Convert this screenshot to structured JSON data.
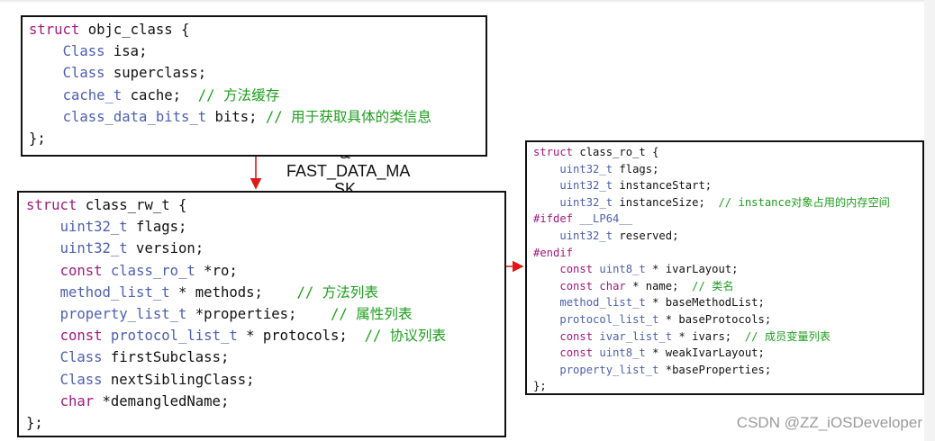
{
  "objc_class": {
    "lines": [
      [
        {
          "t": "struct",
          "c": "kw"
        },
        {
          "t": " objc_class {",
          "c": ""
        }
      ],
      [
        {
          "t": "    ",
          "c": ""
        },
        {
          "t": "Class",
          "c": "ty"
        },
        {
          "t": " isa;",
          "c": ""
        }
      ],
      [
        {
          "t": "    ",
          "c": ""
        },
        {
          "t": "Class",
          "c": "ty"
        },
        {
          "t": " superclass;",
          "c": ""
        }
      ],
      [
        {
          "t": "    ",
          "c": ""
        },
        {
          "t": "cache_t",
          "c": "ty"
        },
        {
          "t": " cache;  ",
          "c": ""
        },
        {
          "t": "// 方法缓存",
          "c": "cm"
        }
      ],
      [
        {
          "t": "    ",
          "c": ""
        },
        {
          "t": "class_data_bits_t",
          "c": "ty"
        },
        {
          "t": " bits; ",
          "c": ""
        },
        {
          "t": "// 用于获取具体的类信息",
          "c": "cm"
        }
      ],
      [
        {
          "t": "};",
          "c": ""
        }
      ]
    ]
  },
  "class_rw_t": {
    "lines": [
      [
        {
          "t": "struct",
          "c": "kw"
        },
        {
          "t": " class_rw_t {",
          "c": ""
        }
      ],
      [
        {
          "t": "    ",
          "c": ""
        },
        {
          "t": "uint32_t",
          "c": "ty"
        },
        {
          "t": " flags;",
          "c": ""
        }
      ],
      [
        {
          "t": "    ",
          "c": ""
        },
        {
          "t": "uint32_t",
          "c": "ty"
        },
        {
          "t": " version;",
          "c": ""
        }
      ],
      [
        {
          "t": "    ",
          "c": ""
        },
        {
          "t": "const",
          "c": "kw"
        },
        {
          "t": " ",
          "c": ""
        },
        {
          "t": "class_ro_t",
          "c": "ty"
        },
        {
          "t": " *ro;",
          "c": ""
        }
      ],
      [
        {
          "t": "    ",
          "c": ""
        },
        {
          "t": "method_list_t",
          "c": "ty"
        },
        {
          "t": " * methods;    ",
          "c": ""
        },
        {
          "t": "// 方法列表",
          "c": "cm"
        }
      ],
      [
        {
          "t": "    ",
          "c": ""
        },
        {
          "t": "property_list_t",
          "c": "ty"
        },
        {
          "t": " *properties;    ",
          "c": ""
        },
        {
          "t": "// 属性列表",
          "c": "cm"
        }
      ],
      [
        {
          "t": "    ",
          "c": ""
        },
        {
          "t": "const",
          "c": "kw"
        },
        {
          "t": " ",
          "c": ""
        },
        {
          "t": "protocol_list_t",
          "c": "ty"
        },
        {
          "t": " * protocols;  ",
          "c": ""
        },
        {
          "t": "// 协议列表",
          "c": "cm"
        }
      ],
      [
        {
          "t": "    ",
          "c": ""
        },
        {
          "t": "Class",
          "c": "ty"
        },
        {
          "t": " firstSubclass;",
          "c": ""
        }
      ],
      [
        {
          "t": "    ",
          "c": ""
        },
        {
          "t": "Class",
          "c": "ty"
        },
        {
          "t": " nextSiblingClass;",
          "c": ""
        }
      ],
      [
        {
          "t": "    ",
          "c": ""
        },
        {
          "t": "char",
          "c": "kw"
        },
        {
          "t": " *demangledName;",
          "c": ""
        }
      ],
      [
        {
          "t": "};",
          "c": ""
        }
      ]
    ]
  },
  "class_ro_t": {
    "lines": [
      [
        {
          "t": "struct",
          "c": "kw"
        },
        {
          "t": " class_ro_t {",
          "c": ""
        }
      ],
      [
        {
          "t": "    ",
          "c": ""
        },
        {
          "t": "uint32_t",
          "c": "ty"
        },
        {
          "t": " flags;",
          "c": ""
        }
      ],
      [
        {
          "t": "    ",
          "c": ""
        },
        {
          "t": "uint32_t",
          "c": "ty"
        },
        {
          "t": " instanceStart;",
          "c": ""
        }
      ],
      [
        {
          "t": "    ",
          "c": ""
        },
        {
          "t": "uint32_t",
          "c": "ty"
        },
        {
          "t": " instanceSize;  ",
          "c": ""
        },
        {
          "t": "// instance对象占用的内存空间",
          "c": "cm"
        }
      ],
      [
        {
          "t": "#ifdef",
          "c": "kw"
        },
        {
          "t": " ",
          "c": ""
        },
        {
          "t": "__LP64__",
          "c": "ty"
        }
      ],
      [
        {
          "t": "    ",
          "c": ""
        },
        {
          "t": "uint32_t",
          "c": "ty"
        },
        {
          "t": " reserved;",
          "c": ""
        }
      ],
      [
        {
          "t": "#endif",
          "c": "kw"
        }
      ],
      [
        {
          "t": "    ",
          "c": ""
        },
        {
          "t": "const",
          "c": "kw"
        },
        {
          "t": " ",
          "c": ""
        },
        {
          "t": "uint8_t",
          "c": "ty"
        },
        {
          "t": " * ivarLayout;",
          "c": ""
        }
      ],
      [
        {
          "t": "    ",
          "c": ""
        },
        {
          "t": "const",
          "c": "kw"
        },
        {
          "t": " ",
          "c": ""
        },
        {
          "t": "char",
          "c": "kw"
        },
        {
          "t": " * name;  ",
          "c": ""
        },
        {
          "t": "// 类名",
          "c": "cm"
        }
      ],
      [
        {
          "t": "    ",
          "c": ""
        },
        {
          "t": "method_list_t",
          "c": "ty"
        },
        {
          "t": " * baseMethodList;",
          "c": ""
        }
      ],
      [
        {
          "t": "    ",
          "c": ""
        },
        {
          "t": "protocol_list_t",
          "c": "ty"
        },
        {
          "t": " * baseProtocols;",
          "c": ""
        }
      ],
      [
        {
          "t": "    ",
          "c": ""
        },
        {
          "t": "const",
          "c": "kw"
        },
        {
          "t": " ",
          "c": ""
        },
        {
          "t": "ivar_list_t",
          "c": "ty"
        },
        {
          "t": " * ivars;  ",
          "c": ""
        },
        {
          "t": "// 成员变量列表",
          "c": "cm"
        }
      ],
      [
        {
          "t": "    ",
          "c": ""
        },
        {
          "t": "const",
          "c": "kw"
        },
        {
          "t": " ",
          "c": ""
        },
        {
          "t": "uint8_t",
          "c": "ty"
        },
        {
          "t": " * weakIvarLayout;",
          "c": ""
        }
      ],
      [
        {
          "t": "    ",
          "c": ""
        },
        {
          "t": "property_list_t",
          "c": "ty"
        },
        {
          "t": " *baseProperties;",
          "c": ""
        }
      ],
      [
        {
          "t": "};",
          "c": ""
        }
      ]
    ]
  },
  "arrow_label": "&\nFAST_DATA_MA\nSK",
  "watermark": "CSDN @ZZ_iOSDeveloper",
  "colors": {
    "keyword": "#a1197e",
    "type": "#4d5fb0",
    "comment": "#1e9e1e",
    "arrow": "#e01818",
    "border": "#111111"
  }
}
